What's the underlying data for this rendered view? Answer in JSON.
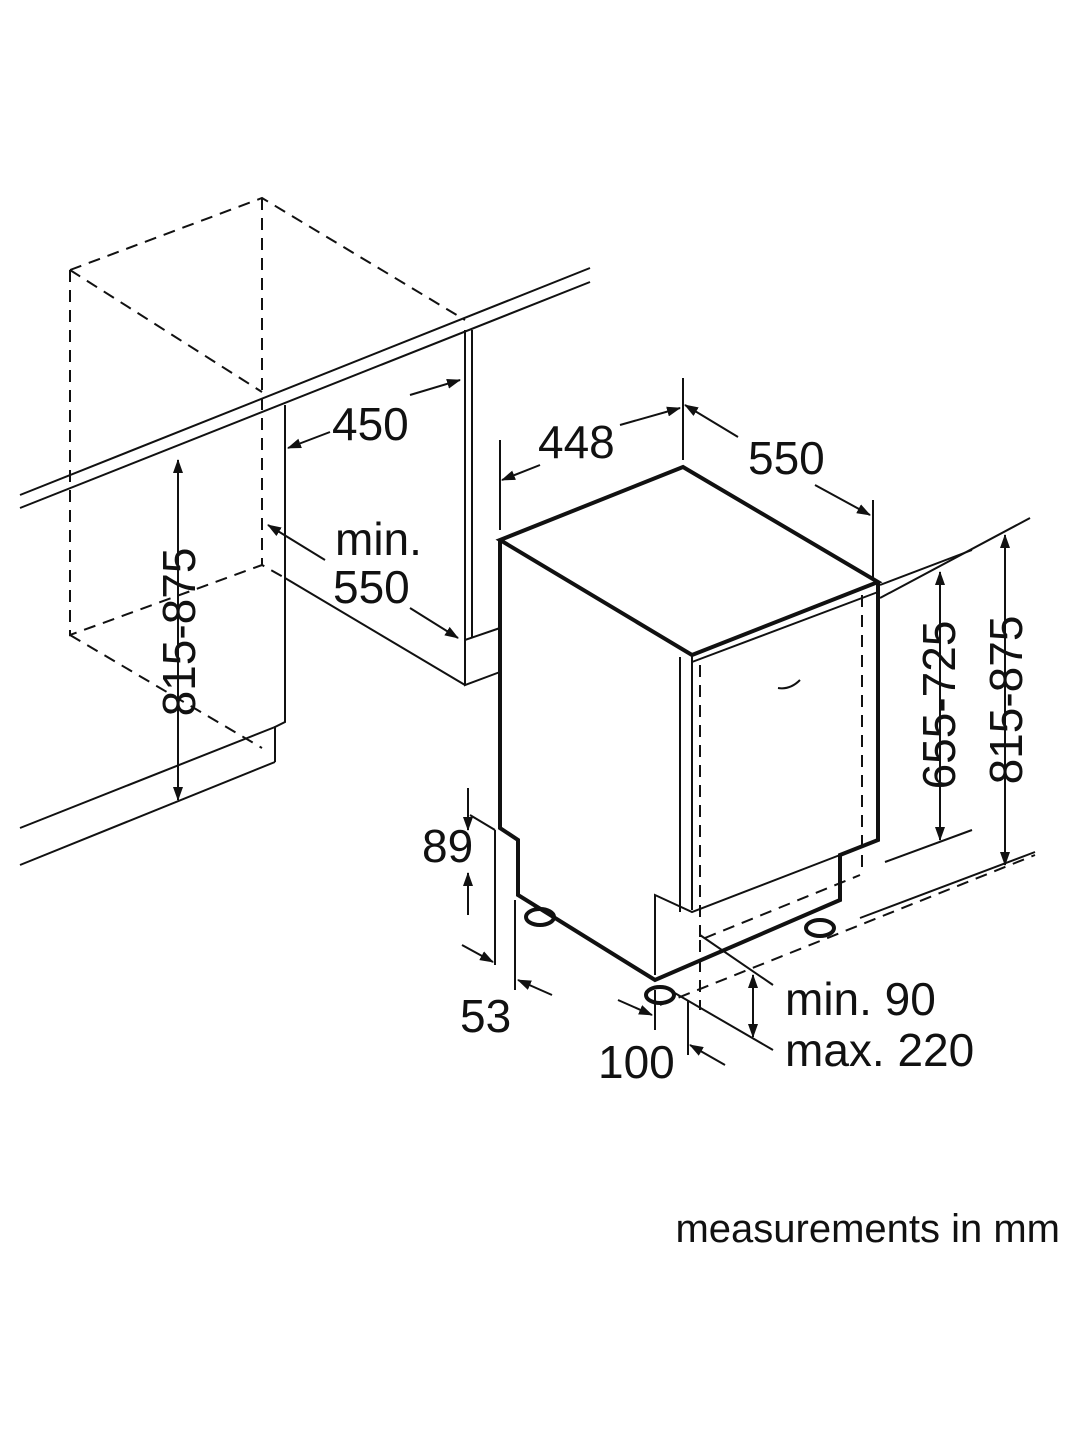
{
  "title": "Built-in dishwasher installation dimensions",
  "dimensions": {
    "niche_width": "450",
    "niche_height": "815-875",
    "niche_depth_label_1": "min.",
    "niche_depth_label_2": "550",
    "appliance_width": "448",
    "appliance_depth": "550",
    "door_height": "655-725",
    "appliance_height": "815-875",
    "plinth_height": "89",
    "foot_offset_side": "53",
    "foot_offset_front": "100",
    "plinth_range_min": "min. 90",
    "plinth_range_max": "max. 220"
  },
  "caption": "measurements in mm"
}
